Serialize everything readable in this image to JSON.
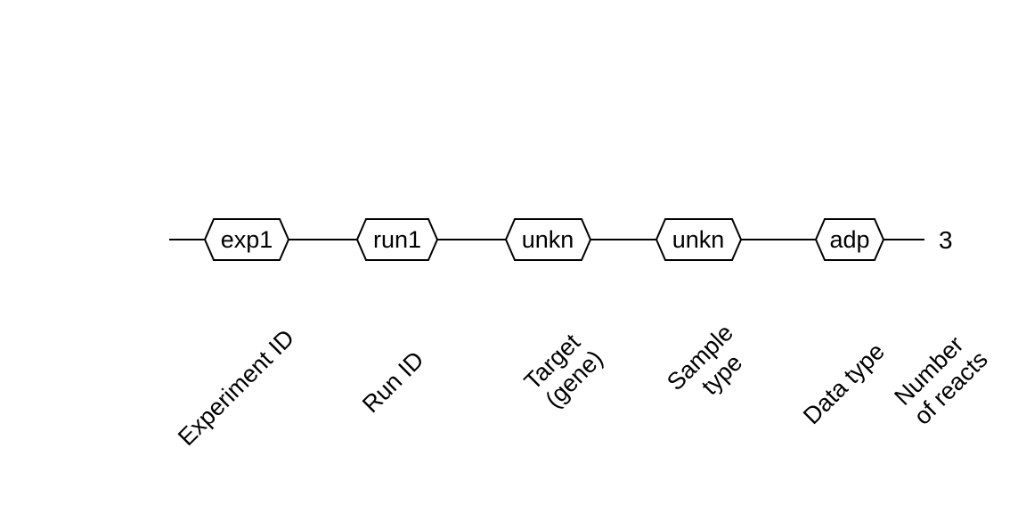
{
  "diagram": {
    "nodes": [
      {
        "id": "exp",
        "text": "exp1"
      },
      {
        "id": "run",
        "text": "run1"
      },
      {
        "id": "target",
        "text": "unkn"
      },
      {
        "id": "sample",
        "text": "unkn"
      },
      {
        "id": "datatype",
        "text": "adp"
      }
    ],
    "count": "3",
    "labels": [
      {
        "id": "experiment-id",
        "lines": [
          "Experiment ID"
        ]
      },
      {
        "id": "run-id",
        "lines": [
          "Run ID"
        ]
      },
      {
        "id": "target-gene",
        "lines": [
          "Target",
          "(gene)"
        ]
      },
      {
        "id": "sample-type",
        "lines": [
          "Sample",
          "type"
        ]
      },
      {
        "id": "data-type",
        "lines": [
          "Data type"
        ]
      },
      {
        "id": "number-of-reacts",
        "lines": [
          "Number",
          "of reacts"
        ]
      }
    ],
    "colors": {
      "stroke": "#000000",
      "text": "#000000",
      "background": "#ffffff"
    }
  }
}
